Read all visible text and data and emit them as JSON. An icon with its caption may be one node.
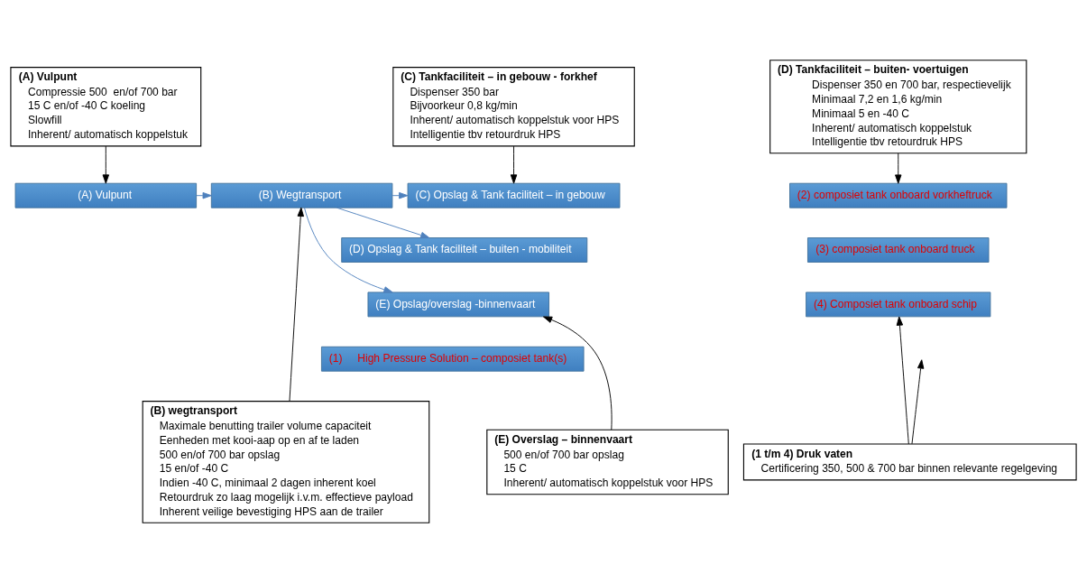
{
  "diagram": {
    "nodes": [
      {
        "text": [
          "(A) Vulpunt",
          "Compressie 500  en/of 700 bar",
          "15 C en/of -40 C koeling",
          "Slowfill",
          "Inherent/ automatisch koppelstuk"
        ]
      },
      {
        "text": [
          "(C) Tankfaciliteit – in gebouw - forkhef",
          "Dispenser 350 bar",
          "Bijvoorkeur 0,8 kg/min",
          "Inherent/ automatisch koppelstuk voor HPS",
          "Intelligentie tbv retourdruk HPS"
        ]
      },
      {
        "text": [
          "(D) Tankfaciliteit – buiten- voertuigen",
          "Dispenser 350 en 700 bar, respectievelijk",
          "Minimaal 7,2 en 1,6 kg/min",
          "Minimaal 5 en -40 C",
          "Inherent/ automatisch koppelstuk",
          "Intelligentie tbv retourdruk HPS"
        ]
      },
      {
        "text": [
          "(A) Vulpunt"
        ]
      },
      {
        "text": [
          "(B) Wegtransport"
        ]
      },
      {
        "text": [
          "(C) Opslag & Tank faciliteit – in gebouw"
        ]
      },
      {
        "text": [
          "(D) Opslag & Tank faciliteit – buiten - mobiliteit"
        ]
      },
      {
        "text": [
          "(E) Opslag/overslag -binnenvaart"
        ]
      },
      {
        "text": [
          "(2) composiet tank onboard vorkheftruck"
        ]
      },
      {
        "text": [
          "(3) composiet tank onboard truck"
        ]
      },
      {
        "text": [
          "(4) Composiet tank onboard schip"
        ]
      },
      {
        "text": [
          "(1)     High Pressure Solution – composiet tank(s)"
        ]
      },
      {
        "text": [
          "(B) wegtransport",
          "Maximale benutting trailer volume capaciteit",
          "Eenheden met kooi-aap op en af te laden",
          "500 en/of 700 bar opslag",
          "15 en/of -40 C",
          "Indien -40 C, minimaal 2 dagen inherent koel",
          "Retourdruk zo laag mogelijk i.v.m. effectieve payload",
          "Inherent veilige bevestiging HPS aan de trailer"
        ]
      },
      {
        "text": [
          "(E) Overslag – binnenvaart",
          "500 en/of 700 bar opslag",
          "15 C",
          "Inherent/ automatisch koppelstuk voor HPS"
        ]
      },
      {
        "text": [
          "(1 t/m 4) Druk vaten",
          "Certificering 350, 500 & 700 bar binnen relevante regelgeving"
        ]
      }
    ],
    "edges": [
      {
        "from": 0,
        "to": 3,
        "arrow": "to"
      },
      {
        "from": 3,
        "to": 4,
        "arrow": "to",
        "color": "#4f81bd"
      },
      {
        "from": 4,
        "to": 5,
        "arrow": "to",
        "color": "#4f81bd"
      },
      {
        "from": 4,
        "to": 6,
        "arrow": "to",
        "color": "#4f81bd"
      },
      {
        "from": 4,
        "to": 7,
        "arrow": "to",
        "color": "#4f81bd"
      },
      {
        "from": 1,
        "to": 5,
        "arrow": "to"
      },
      {
        "from": 2,
        "to": 8,
        "arrow": "to"
      },
      {
        "from": 12,
        "to": 4,
        "arrow": "to"
      },
      {
        "from": 13,
        "to": 7,
        "arrow": "to"
      },
      {
        "from": 14,
        "to": null,
        "arrow": "to"
      },
      {
        "from": 14,
        "to": 10,
        "arrow": "to"
      }
    ]
  }
}
